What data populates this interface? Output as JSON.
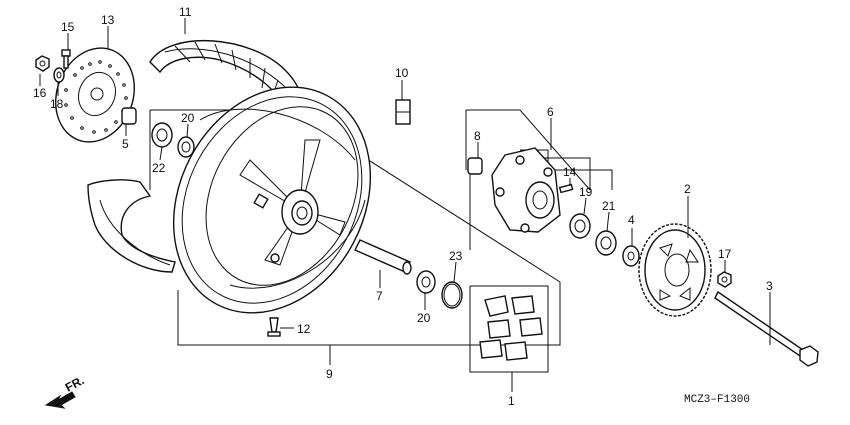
{
  "callouts": [
    {
      "id": "c1",
      "text": "1"
    },
    {
      "id": "c2",
      "text": "2"
    },
    {
      "id": "c3",
      "text": "3"
    },
    {
      "id": "c4",
      "text": "4"
    },
    {
      "id": "c5",
      "text": "5"
    },
    {
      "id": "c6",
      "text": "6"
    },
    {
      "id": "c7",
      "text": "7"
    },
    {
      "id": "c8",
      "text": "8"
    },
    {
      "id": "c9",
      "text": "9"
    },
    {
      "id": "c10",
      "text": "10"
    },
    {
      "id": "c11",
      "text": "11"
    },
    {
      "id": "c12",
      "text": "12"
    },
    {
      "id": "c13",
      "text": "13"
    },
    {
      "id": "c14",
      "text": "14"
    },
    {
      "id": "c15",
      "text": "15"
    },
    {
      "id": "c16",
      "text": "16"
    },
    {
      "id": "c17",
      "text": "17"
    },
    {
      "id": "c18",
      "text": "18"
    },
    {
      "id": "c19",
      "text": "19"
    },
    {
      "id": "c20a",
      "text": "20"
    },
    {
      "id": "c20b",
      "text": "20"
    },
    {
      "id": "c21",
      "text": "21"
    },
    {
      "id": "c22",
      "text": "22"
    },
    {
      "id": "c23",
      "text": "23"
    }
  ],
  "direction_label": "FR.",
  "figure_code": "MCZ3–F1300"
}
